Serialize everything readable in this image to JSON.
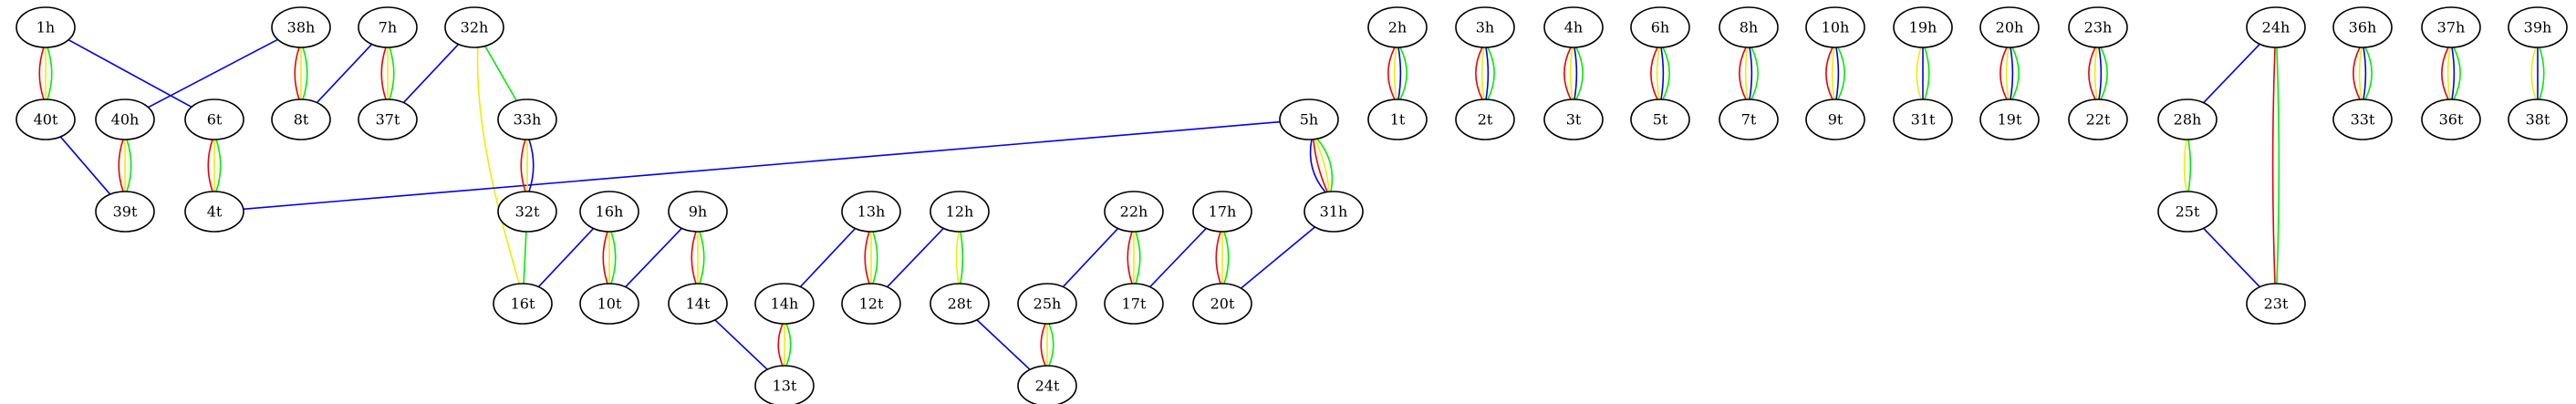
{
  "nodes": {
    "1h": "1h",
    "40t": "40t",
    "6t": "6t",
    "38h": "38h",
    "40h": "40h",
    "8t": "8t",
    "7h": "7h",
    "37t": "37t",
    "32h": "32h",
    "33h": "33h",
    "39t": "39t",
    "4t": "4t",
    "32t": "32t",
    "16t": "16t",
    "16h": "16h",
    "10t": "10t",
    "9h": "9h",
    "14t": "14t",
    "14h": "14h",
    "13t": "13t",
    "13h": "13h",
    "12t": "12t",
    "12h": "12h",
    "28t": "28t",
    "22h": "22h",
    "25h": "25h",
    "17t": "17t",
    "24t": "24t",
    "17h": "17h",
    "20t": "20t",
    "5h": "5h",
    "31h": "31h",
    "2h": "2h",
    "1t": "1t",
    "3h": "3h",
    "2t": "2t",
    "4h": "4h",
    "3t": "3t",
    "6h": "6h",
    "5t": "5t",
    "8h": "8h",
    "7t": "7t",
    "10h": "10h",
    "9t": "9t",
    "19h": "19h",
    "31t": "31t",
    "20h": "20h",
    "19t": "19t",
    "23h": "23h",
    "22t": "22t",
    "24h": "24h",
    "28h": "28h",
    "25t": "25t",
    "23t": "23t",
    "36h": "36h",
    "33t": "33t",
    "37h": "37h",
    "36t": "36t",
    "39h": "39h",
    "38t": "38t"
  },
  "edges": [
    {
      "from": "1h",
      "to": "40t",
      "colors": [
        "green",
        "yellow",
        "red"
      ]
    },
    {
      "from": "1h",
      "to": "6t",
      "colors": [
        "blue"
      ]
    },
    {
      "from": "38h",
      "to": "40h",
      "colors": [
        "blue"
      ]
    },
    {
      "from": "38h",
      "to": "8t",
      "colors": [
        "green",
        "yellow",
        "red"
      ]
    },
    {
      "from": "7h",
      "to": "8t",
      "colors": [
        "blue"
      ]
    },
    {
      "from": "7h",
      "to": "37t",
      "colors": [
        "green",
        "yellow",
        "red"
      ]
    },
    {
      "from": "32h",
      "to": "37t",
      "colors": [
        "blue"
      ]
    },
    {
      "from": "32h",
      "to": "33h",
      "colors": [
        "green"
      ]
    },
    {
      "from": "32h",
      "to": "16t",
      "colors": [
        "yellow"
      ]
    },
    {
      "from": "40t",
      "to": "39t",
      "colors": [
        "blue"
      ]
    },
    {
      "from": "40h",
      "to": "39t",
      "colors": [
        "green",
        "yellow",
        "red"
      ]
    },
    {
      "from": "6t",
      "to": "4t",
      "colors": [
        "green",
        "yellow",
        "red"
      ]
    },
    {
      "from": "5h",
      "to": "4t",
      "colors": [
        "blue"
      ]
    },
    {
      "from": "5h",
      "to": "31h",
      "colors": [
        "green",
        "yellow",
        "red",
        "blue"
      ]
    },
    {
      "from": "33h",
      "to": "32t",
      "colors": [
        "blue",
        "yellow",
        "red"
      ]
    },
    {
      "from": "32t",
      "to": "16t",
      "colors": [
        "green"
      ]
    },
    {
      "from": "16h",
      "to": "16t",
      "colors": [
        "blue"
      ]
    },
    {
      "from": "16h",
      "to": "10t",
      "colors": [
        "green",
        "yellow",
        "red"
      ]
    },
    {
      "from": "9h",
      "to": "10t",
      "colors": [
        "blue"
      ]
    },
    {
      "from": "9h",
      "to": "14t",
      "colors": [
        "green",
        "yellow",
        "red"
      ]
    },
    {
      "from": "14t",
      "to": "13t",
      "colors": [
        "blue"
      ]
    },
    {
      "from": "14h",
      "to": "13t",
      "colors": [
        "green",
        "yellow",
        "red"
      ]
    },
    {
      "from": "13h",
      "to": "14h",
      "colors": [
        "blue"
      ]
    },
    {
      "from": "13h",
      "to": "12t",
      "colors": [
        "green",
        "yellow",
        "red"
      ]
    },
    {
      "from": "12h",
      "to": "12t",
      "colors": [
        "blue"
      ]
    },
    {
      "from": "12h",
      "to": "28t",
      "colors": [
        "green",
        "yellow"
      ]
    },
    {
      "from": "28t",
      "to": "24t",
      "colors": [
        "blue"
      ]
    },
    {
      "from": "22h",
      "to": "25h",
      "colors": [
        "blue"
      ]
    },
    {
      "from": "22h",
      "to": "17t",
      "colors": [
        "green",
        "yellow",
        "red"
      ]
    },
    {
      "from": "25h",
      "to": "24t",
      "colors": [
        "green",
        "yellow",
        "red"
      ]
    },
    {
      "from": "17h",
      "to": "17t",
      "colors": [
        "blue"
      ]
    },
    {
      "from": "17h",
      "to": "20t",
      "colors": [
        "green",
        "yellow",
        "red"
      ]
    },
    {
      "from": "31h",
      "to": "20t",
      "colors": [
        "blue"
      ]
    },
    {
      "from": "2h",
      "to": "1t",
      "colors": [
        "green",
        "blue",
        "yellow",
        "red"
      ]
    },
    {
      "from": "3h",
      "to": "2t",
      "colors": [
        "green",
        "blue",
        "yellow",
        "red"
      ]
    },
    {
      "from": "4h",
      "to": "3t",
      "colors": [
        "green",
        "blue",
        "yellow",
        "red"
      ]
    },
    {
      "from": "6h",
      "to": "5t",
      "colors": [
        "green",
        "blue",
        "yellow",
        "red"
      ]
    },
    {
      "from": "8h",
      "to": "7t",
      "colors": [
        "green",
        "blue",
        "yellow",
        "red"
      ]
    },
    {
      "from": "10h",
      "to": "9t",
      "colors": [
        "green",
        "blue",
        "yellow",
        "red"
      ]
    },
    {
      "from": "19h",
      "to": "31t",
      "colors": [
        "green",
        "blue",
        "yellow"
      ]
    },
    {
      "from": "20h",
      "to": "19t",
      "colors": [
        "green",
        "blue",
        "yellow",
        "red"
      ]
    },
    {
      "from": "23h",
      "to": "22t",
      "colors": [
        "green",
        "blue",
        "yellow",
        "red"
      ]
    },
    {
      "from": "24h",
      "to": "28h",
      "colors": [
        "blue"
      ]
    },
    {
      "from": "24h",
      "to": "23t",
      "colors": [
        "green",
        "red"
      ]
    },
    {
      "from": "28h",
      "to": "25t",
      "colors": [
        "green",
        "yellow"
      ]
    },
    {
      "from": "25t",
      "to": "23t",
      "colors": [
        "blue"
      ]
    },
    {
      "from": "36h",
      "to": "33t",
      "colors": [
        "green",
        "blue",
        "yellow",
        "red"
      ]
    },
    {
      "from": "37h",
      "to": "36t",
      "colors": [
        "green",
        "blue",
        "yellow",
        "red"
      ]
    },
    {
      "from": "39h",
      "to": "38t",
      "colors": [
        "green",
        "blue",
        "yellow"
      ]
    }
  ],
  "colors": {
    "green": "#00ee00",
    "yellow": "#eeee00",
    "red": "#ee0000",
    "blue": "#0000ee"
  }
}
